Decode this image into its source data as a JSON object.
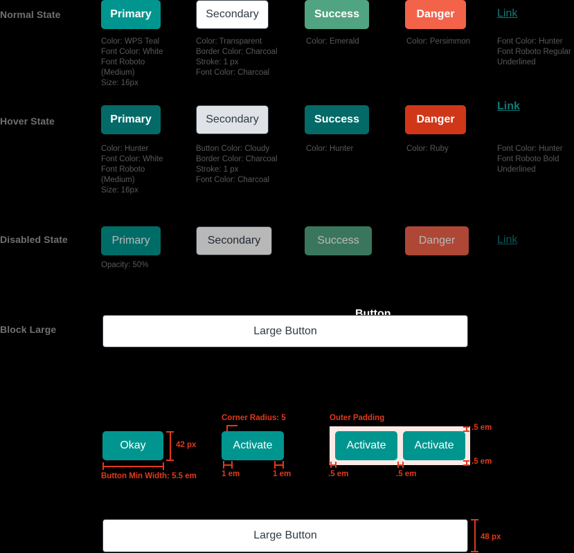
{
  "page": {
    "background": "#000000",
    "accent_annotation_color": "#e2391a"
  },
  "rows": {
    "normal": {
      "label": "Normal State",
      "specs": {
        "primary": "Color: WPS Teal\nFont Color: White\nFont Roboto\n(Medium)\nSize: 16px",
        "secondary": "Color: Transparent\nBorder Color: Charcoal\nStroke: 1 px\nFont Color: Charcoal",
        "success": "Color: Emerald",
        "danger": "Color: Persimmon",
        "link": "Font Color: Hunter\nFont Roboto Regular\nUnderlined"
      }
    },
    "hover": {
      "label": "Hover State",
      "specs": {
        "primary": "Color: Hunter\nFont Color: White\nFont Roboto\n(Medium)\nSize: 16px",
        "secondary": "Button Color: Cloudy\nBorder Color: Charcoal\nStroke: 1 px\nFont Color: Charcoal",
        "success": "Color: Hunter",
        "danger": "Color: Ruby",
        "link": "Font Color: Hunter\nFont Roboto Bold\nUnderlined"
      }
    },
    "disabled": {
      "label": "Disabled State",
      "specs": {
        "primary": "Opacity: 50%"
      }
    },
    "block": {
      "label": "Block Large"
    }
  },
  "buttons": {
    "primary": "Primary",
    "secondary": "Secondary",
    "success": "Success",
    "danger": "Danger",
    "link": "Link",
    "large": "Large Button",
    "okay": "Okay",
    "activate": "Activate",
    "behind_label": "Button"
  },
  "annotations": {
    "height_42": "42 px",
    "min_width": "Button Min Width: 5.5 em",
    "corner_radius": "Corner Radius: 5",
    "pad_left_1em": "1 em",
    "pad_right_1em": "1 em",
    "outer_padding": "Outer Padding",
    "half_em_top": ".5 em",
    "half_em_bottom": ".5 em",
    "half_em_left": ".5 em",
    "half_em_mid": ".5 em",
    "height_48": "48 px"
  },
  "colors": {
    "wps_teal": "#00968f",
    "hunter": "#046a67",
    "emerald": "#51a481",
    "persimmon": "#f2634a",
    "ruby": "#d03718",
    "cloudy": "#dfe3e8",
    "charcoal": "#39434d",
    "white": "#ffffff"
  }
}
